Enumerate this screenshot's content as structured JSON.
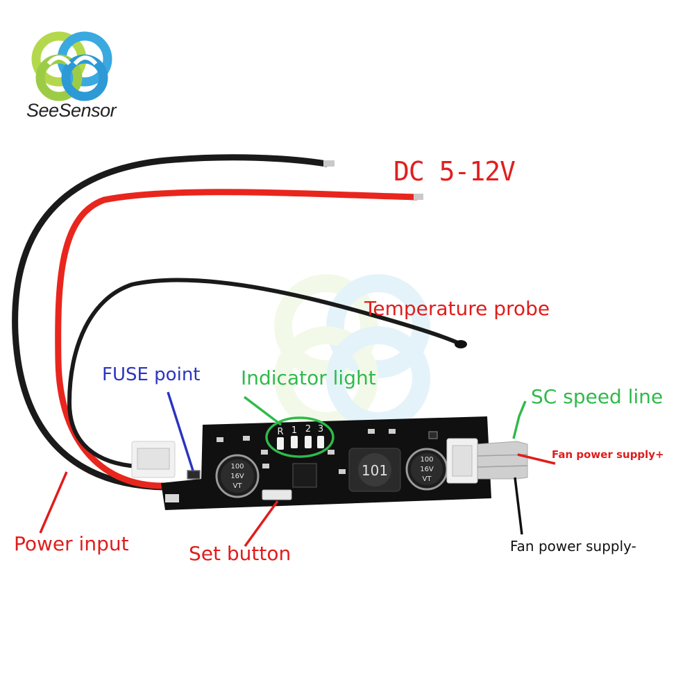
{
  "brand": {
    "name": "SeeSensor",
    "logo_icon": "seesensor-logo-icon",
    "watermark_icon": "seesensor-watermark-icon"
  },
  "labels": {
    "voltage": "DC 5-12V",
    "temperature_probe": "Temperature probe",
    "fuse_point": "FUSE point",
    "indicator_light": "Indicator light",
    "sc_speed_line": "SC speed line",
    "fan_power_plus": "Fan power supply+",
    "power_input": "Power input",
    "set_button": "Set button",
    "fan_power_minus": "Fan power supply-"
  },
  "board": {
    "led_labels": [
      "R",
      "1",
      "2",
      "3"
    ],
    "capacitor_left_marking": [
      "100",
      "16V",
      "VT"
    ],
    "capacitor_right_marking": [
      "100",
      "16V",
      "VT"
    ],
    "inductor_marking": "101"
  },
  "colors": {
    "label_red": "#e01c1c",
    "label_green": "#2fba4a",
    "label_blue": "#2a35c0",
    "label_black": "#111111",
    "wire_red": "#e8261e",
    "wire_black": "#1a1a1a",
    "pcb": "#111111"
  }
}
